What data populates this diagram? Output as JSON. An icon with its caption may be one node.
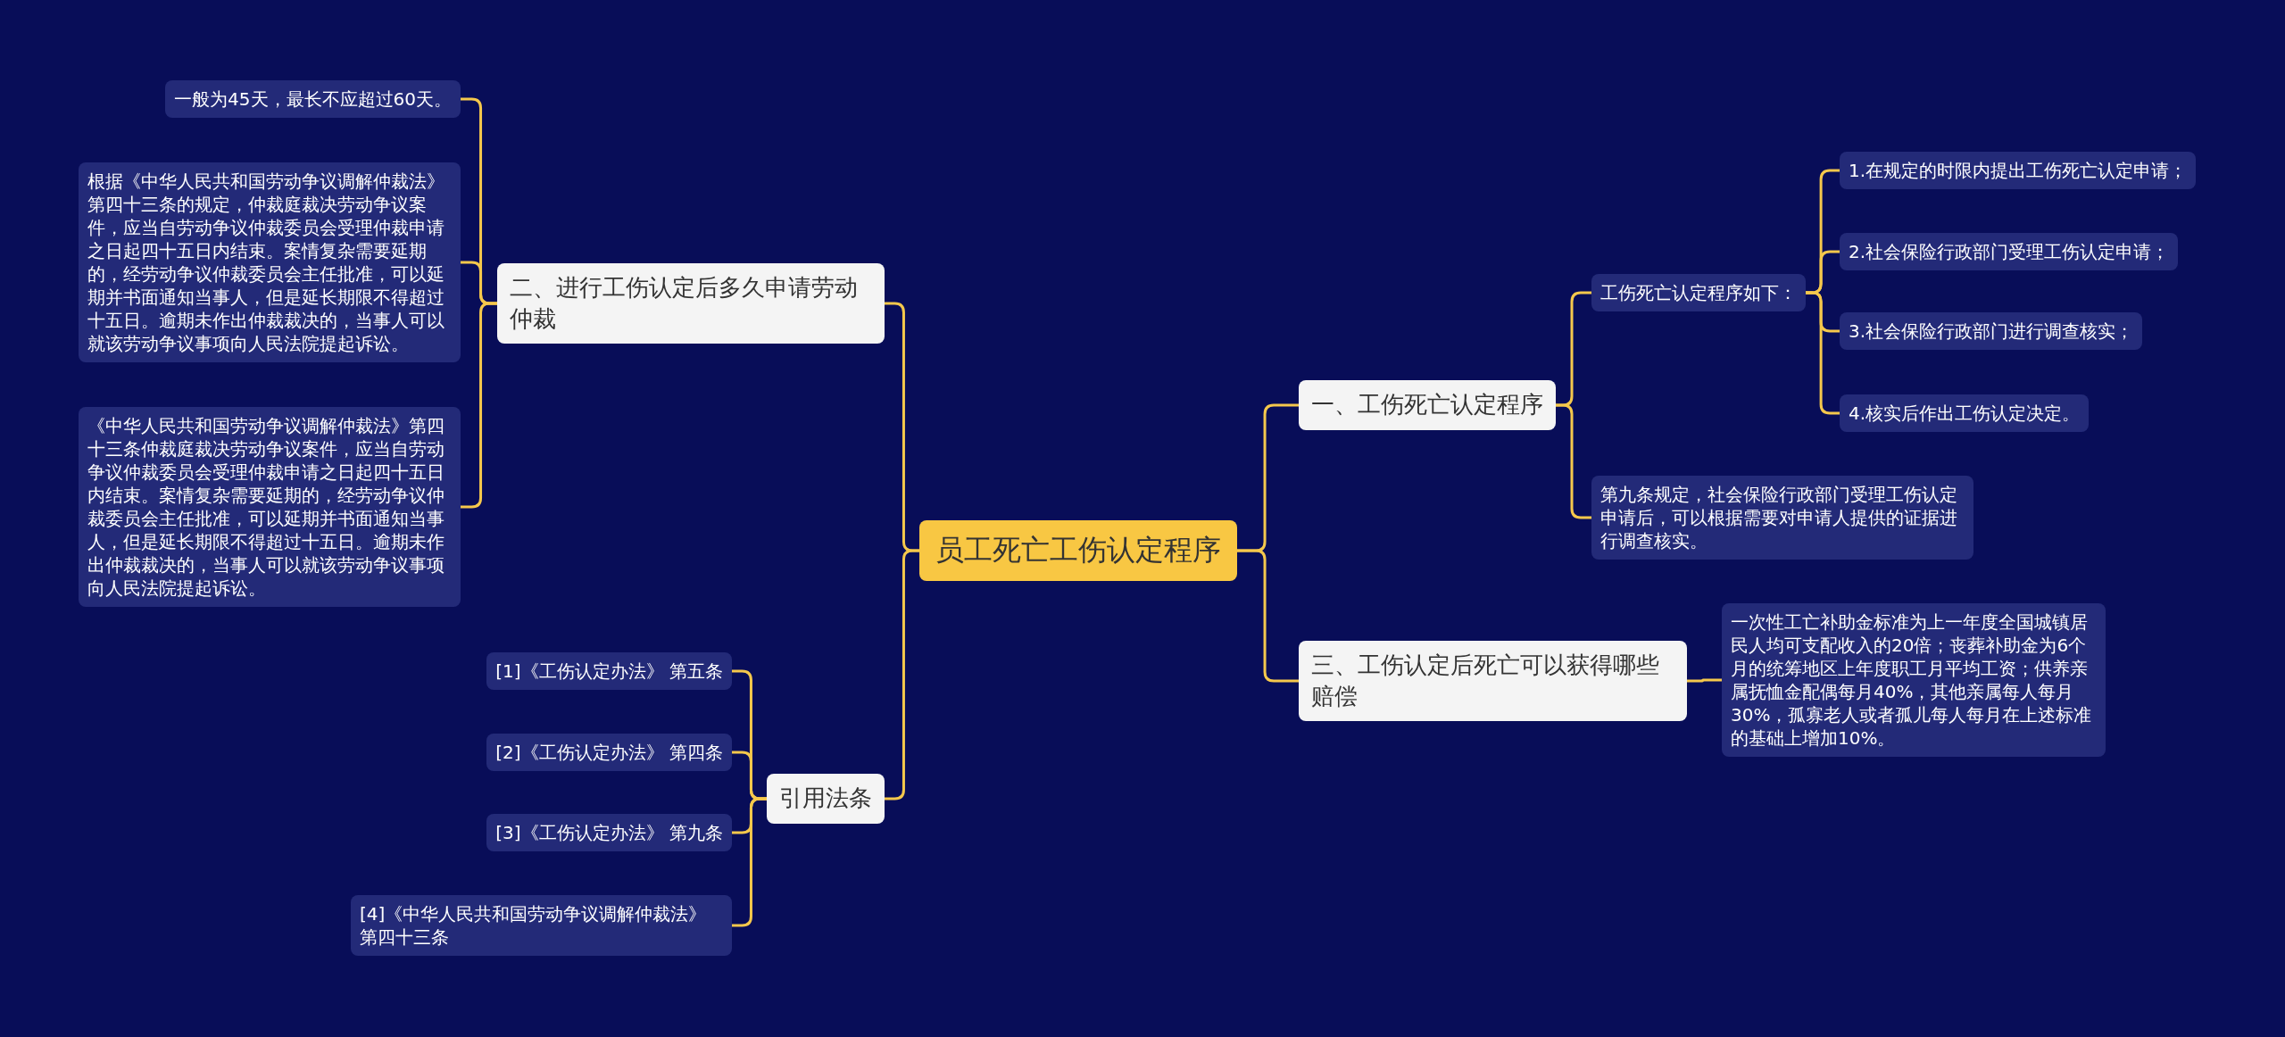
{
  "diagram": {
    "nodes": [
      {
        "text": [
          "员工死亡工伤认定程序"
        ]
      },
      {
        "text": [
          "一、工伤死亡认定程序"
        ]
      },
      {
        "text": [
          "工伤死亡认定程序如下："
        ]
      },
      {
        "text": [
          "1.在规定的时限内提出工伤死亡认定申请；"
        ]
      },
      {
        "text": [
          "2.社会保险行政部门受理工伤认定申请；"
        ]
      },
      {
        "text": [
          "3.社会保险行政部门进行调查核实；"
        ]
      },
      {
        "text": [
          "4.核实后作出工伤认定决定。"
        ]
      },
      {
        "text": [
          "第九条规定，社会保险行政部门受理工伤认定申请后，可以根据需要对申请人提供的证据进行调查核实。"
        ]
      },
      {
        "text": [
          "三、工伤认定后死亡可以获得哪些赔偿"
        ]
      },
      {
        "text": [
          "一次性工亡补助金标准为上一年度全国城镇居民人均可支配收入的20倍；丧葬补助金为6个月的统筹地区上年度职工月平均工资；供养亲属抚恤金配偶每月40%，其他亲属每人每月30%，孤寡老人或者孤儿每人每月在上述标准的基础上增加10%。"
        ]
      },
      {
        "text": [
          "二、进行工伤认定后多久申请劳动仲裁"
        ]
      },
      {
        "text": [
          "一般为45天，最长不应超过60天。"
        ]
      },
      {
        "text": [
          "根据《中华人民共和国劳动争议调解仲裁法》第四十三条的规定，仲裁庭裁决劳动争议案件，应当自劳动争议仲裁委员会受理仲裁申请之日起四十五日内结束。案情复杂需要延期的，经劳动争议仲裁委员会主任批准，可以延期并书面通知当事人，但是延长期限不得超过十五日。逾期未作出仲裁裁决的，当事人可以就该劳动争议事项向人民法院提起诉讼。"
        ]
      },
      {
        "text": [
          "《中华人民共和国劳动争议调解仲裁法》第四十三条仲裁庭裁决劳动争议案件，应当自劳动争议仲裁委员会受理仲裁申请之日起四十五日内结束。案情复杂需要延期的，经劳动争议仲裁委员会主任批准，可以延期并书面通知当事人，但是延长期限不得超过十五日。逾期未作出仲裁裁决的，当事人可以就该劳动争议事项向人民法院提起诉讼。"
        ]
      },
      {
        "text": [
          "引用法条"
        ]
      },
      {
        "text": [
          "[1]《工伤认定办法》 第五条"
        ]
      },
      {
        "text": [
          "[2]《工伤认定办法》 第四条"
        ]
      },
      {
        "text": [
          "[3]《工伤认定办法》 第九条"
        ]
      },
      {
        "text": [
          "[4]《中华人民共和国劳动争议调解仲裁法》第四十三条"
        ]
      }
    ],
    "edges": [
      {
        "from": 0,
        "to": 1,
        "arrow": "none"
      },
      {
        "from": 0,
        "to": 8,
        "arrow": "none"
      },
      {
        "from": 0,
        "to": 10,
        "arrow": "none"
      },
      {
        "from": 0,
        "to": 14,
        "arrow": "none"
      },
      {
        "from": 1,
        "to": 2,
        "arrow": "none"
      },
      {
        "from": 1,
        "to": 7,
        "arrow": "none"
      },
      {
        "from": 2,
        "to": 3,
        "arrow": "none"
      },
      {
        "from": 2,
        "to": 4,
        "arrow": "none"
      },
      {
        "from": 2,
        "to": 5,
        "arrow": "none"
      },
      {
        "from": 2,
        "to": 6,
        "arrow": "none"
      },
      {
        "from": 8,
        "to": 9,
        "arrow": "none"
      },
      {
        "from": 10,
        "to": 11,
        "arrow": "none"
      },
      {
        "from": 10,
        "to": 12,
        "arrow": "none"
      },
      {
        "from": 10,
        "to": 13,
        "arrow": "none"
      },
      {
        "from": 14,
        "to": 15,
        "arrow": "none"
      },
      {
        "from": 14,
        "to": 16,
        "arrow": "none"
      },
      {
        "from": 14,
        "to": 17,
        "arrow": "none"
      },
      {
        "from": 14,
        "to": 18,
        "arrow": "none"
      }
    ]
  }
}
